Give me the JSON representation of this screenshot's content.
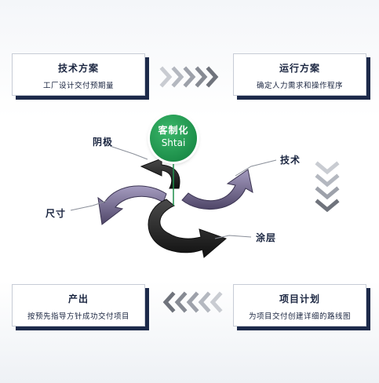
{
  "cards": {
    "top_left": {
      "title": "技术方案",
      "subtitle": "工厂设计交付预期量"
    },
    "top_right": {
      "title": "运行方案",
      "subtitle": "确定人力需求和操作程序"
    },
    "bottom_left": {
      "title": "产出",
      "subtitle": "按预先指导方针成功交付项目"
    },
    "bottom_right": {
      "title": "项目计划",
      "subtitle": "为项目交付创建详细的路线图"
    }
  },
  "center": {
    "line1": "客制化",
    "line2": "Shtai",
    "color": "#1d8f4a"
  },
  "labels": {
    "cathode": "阴极",
    "technology": "技术",
    "size": "尺寸",
    "coating": "涂层"
  },
  "colors": {
    "arrow_dark": "#2b2b2b",
    "arrow_purple": "#6e6489",
    "chevron": "#8a8f99",
    "card_shadow": "#1d2a4a"
  }
}
